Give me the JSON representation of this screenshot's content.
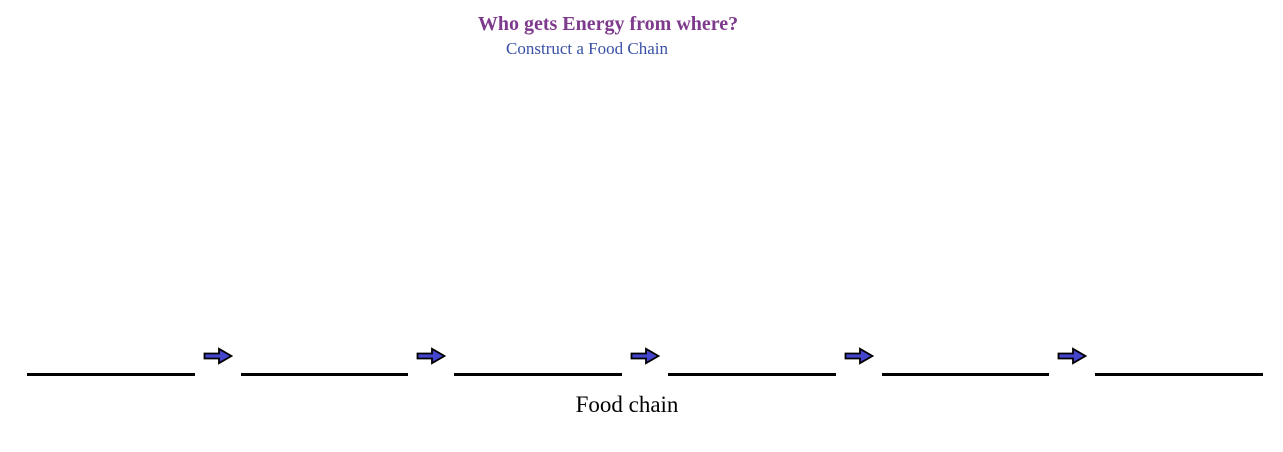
{
  "header": {
    "title": "Who gets Energy from where?",
    "subtitle": "Construct a Food Chain",
    "title_color": "#7e3a8c",
    "subtitle_color": "#3a50a8"
  },
  "food_chain": {
    "label": "Food chain",
    "arrow_fill": "#4444cc",
    "line_color": "#000000",
    "slots": [
      {
        "value": ""
      },
      {
        "value": ""
      },
      {
        "value": ""
      },
      {
        "value": ""
      },
      {
        "value": ""
      },
      {
        "value": ""
      }
    ]
  }
}
